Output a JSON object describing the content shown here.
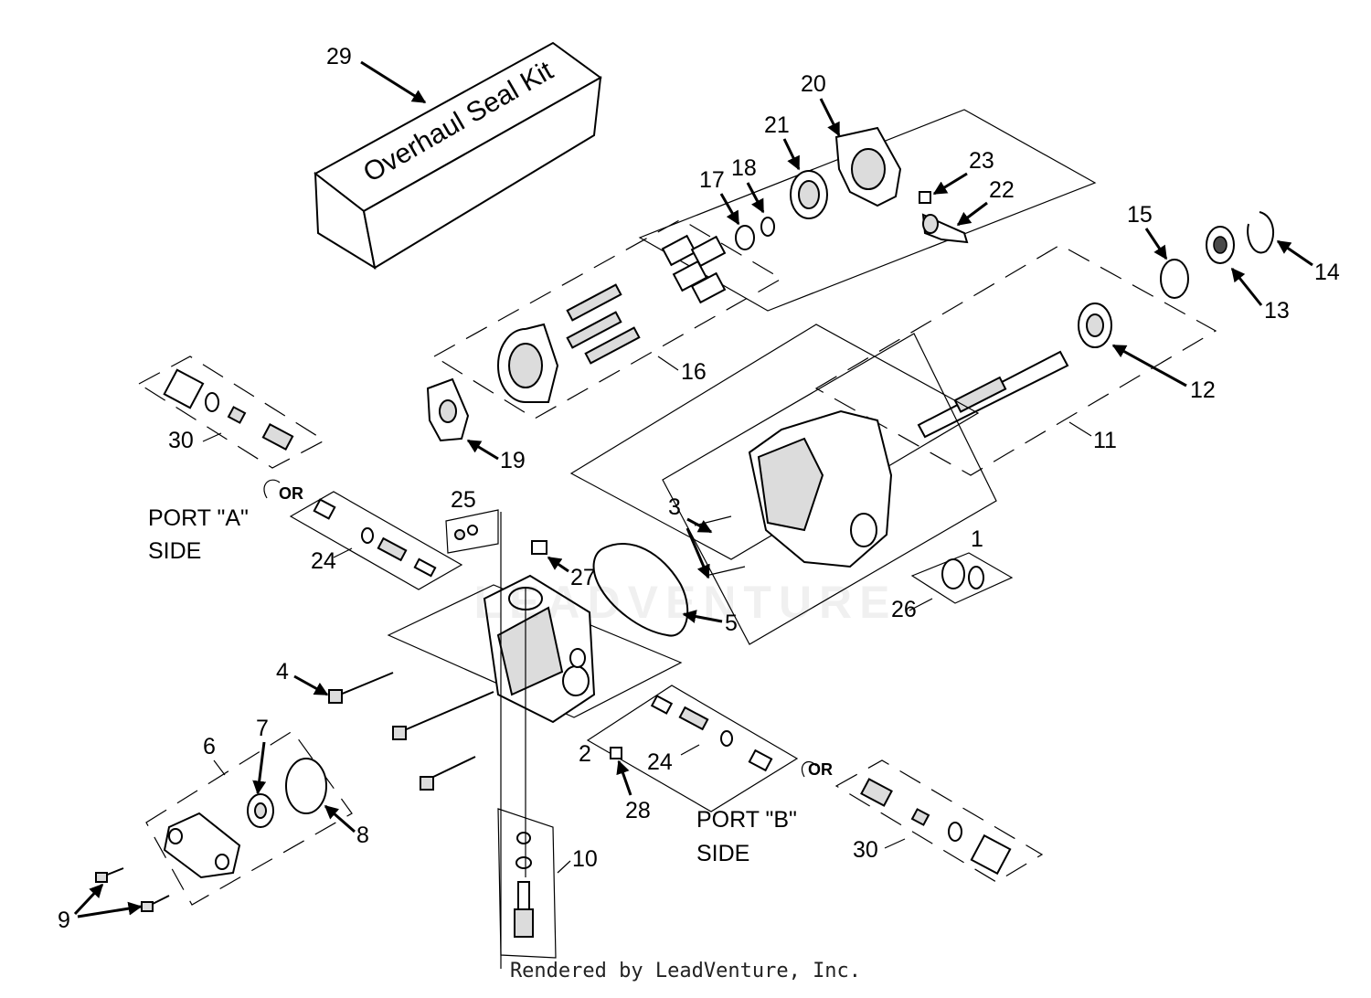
{
  "kit_label": "Overhaul Seal Kit",
  "port_a": {
    "line1": "PORT \"A\"",
    "line2": "SIDE"
  },
  "port_b": {
    "line1": "PORT \"B\"",
    "line2": "SIDE"
  },
  "or_label": "OR",
  "watermark": "LEADVENTURE",
  "footer": "Rendered by LeadVenture, Inc.",
  "callouts": {
    "c1": "1",
    "c2": "2",
    "c3": "3",
    "c4": "4",
    "c5": "5",
    "c6": "6",
    "c7": "7",
    "c8": "8",
    "c9": "9",
    "c10": "10",
    "c11": "11",
    "c12": "12",
    "c13": "13",
    "c14": "14",
    "c15": "15",
    "c16": "16",
    "c17": "17",
    "c18": "18",
    "c19": "19",
    "c20": "20",
    "c21": "21",
    "c22": "22",
    "c23": "23",
    "c24a": "24",
    "c24b": "24",
    "c25": "25",
    "c26": "26",
    "c27": "27",
    "c28": "28",
    "c29": "29",
    "c30a": "30",
    "c30b": "30"
  }
}
